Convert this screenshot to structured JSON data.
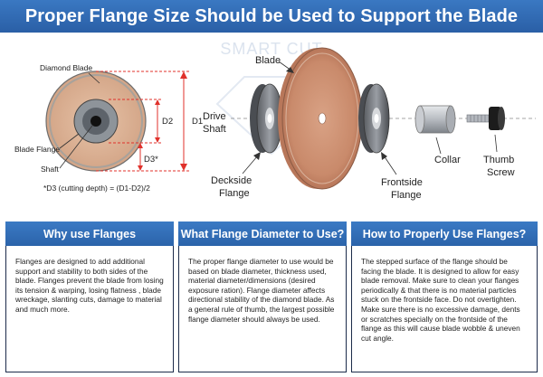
{
  "header": {
    "title": "Proper Flange Size Should be Used to Support the Blade"
  },
  "watermark": {
    "text": "SMART CUT"
  },
  "diagram_left": {
    "diamond_blade": "Diamond Blade",
    "blade_flange": "Blade Flange",
    "shaft": "Shaft",
    "d1": "D1",
    "d2": "D2",
    "d3": "D3*",
    "formula": "*D3 (cutting depth) = (D1-D2)/2"
  },
  "diagram_right": {
    "blade": "Blade",
    "drive_shaft_line1": "Drive",
    "drive_shaft_line2": "Shaft",
    "deckside_line1": "Deckside",
    "deckside_line2": "Flange",
    "frontside_line1": "Frontside",
    "frontside_line2": "Flange",
    "collar": "Collar",
    "thumb_line1": "Thumb",
    "thumb_line2": "Screw"
  },
  "sections": [
    {
      "title": "Why use Flanges",
      "body": "Flanges are designed to add additional support and stability to both sides of the blade. Flanges prevent the blade from losing its tension & warping, losing flatness , blade wreckage, slanting cuts, damage to material and much more."
    },
    {
      "title": "What Flange Diameter to Use?",
      "body": "The proper flange diameter to use would be based on blade diameter, thickness used, material diameter/dimensions (desired exposure ration). Flange diameter affects directional stability of the diamond blade. As a general rule of thumb, the largest possible flange diameter should always be used."
    },
    {
      "title": "How to Properly Use Flanges?",
      "body": "The stepped surface of the flange should be facing the blade. It is designed to allow for easy blade removal. Make sure to clean your flanges periodically & that there is no material particles stuck on the frontside face. Do not overtighten. Make sure there is no excessive damage, dents or scratches specially on the frontside of the flange as this will cause blade wobble & uneven cut angle."
    }
  ],
  "colors": {
    "header_blue": "#2f6cb5",
    "dimension_red": "#e0312b",
    "blade_copper": "#c98a6b"
  }
}
